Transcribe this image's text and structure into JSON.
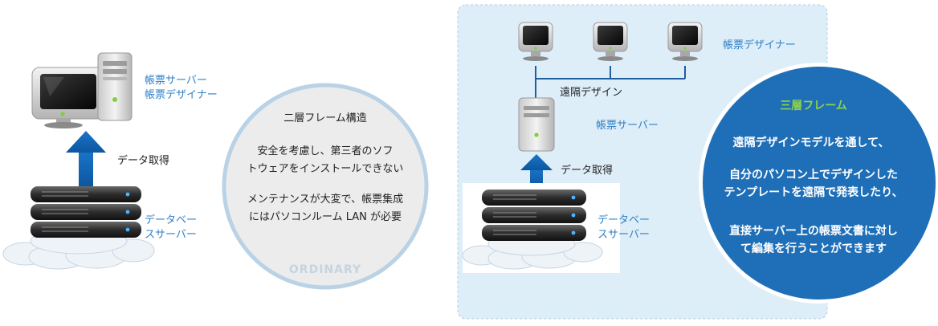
{
  "left": {
    "client_label_line1": "帳票サーバー",
    "client_label_line2": "帳票デザイナー",
    "arrow_label": "データ取得",
    "db_label_line1": "データベー",
    "db_label_line2": "スサーバー"
  },
  "ordinary": {
    "title": "二層フレーム構造",
    "p1_line1": "安全を考慮し、第三者のソフ",
    "p1_line2": "トウェアをインストールできない",
    "p2_line1": "メンテナンスが大変で、帳票集成",
    "p2_line2": "にはパソコンルーム LAN が必要",
    "badge": "ORDINARY"
  },
  "right": {
    "designers_label": "帳票デザイナー",
    "remote_label": "遠隔デザイン",
    "server_label": "帳票サーバー",
    "arrow_label": "データ取得",
    "db_label_line1": "データベー",
    "db_label_line2": "スサーバー"
  },
  "three_tier": {
    "title": "三層フレーム",
    "line1": "遠隔デザインモデルを通して、",
    "line2": "自分のパソコン上でデザインした",
    "line3": "テンプレートを遠隔で発表したり、",
    "line4": "直接サーバー上の帳票文書に対し",
    "line5": "て編集を行うことができます"
  },
  "colors": {
    "accent_blue": "#1f6fb8",
    "arrow_blue": "#1566ba",
    "label_blue": "#2f7fc4",
    "panel_bg": "#deeef9",
    "panel_border": "#a9cde8",
    "circle_fill": "#ececec",
    "circle_border": "#b9d2e6",
    "badge_gray": "#c5d4e0",
    "title_green": "#8dd14a",
    "text_dark": "#222222"
  }
}
